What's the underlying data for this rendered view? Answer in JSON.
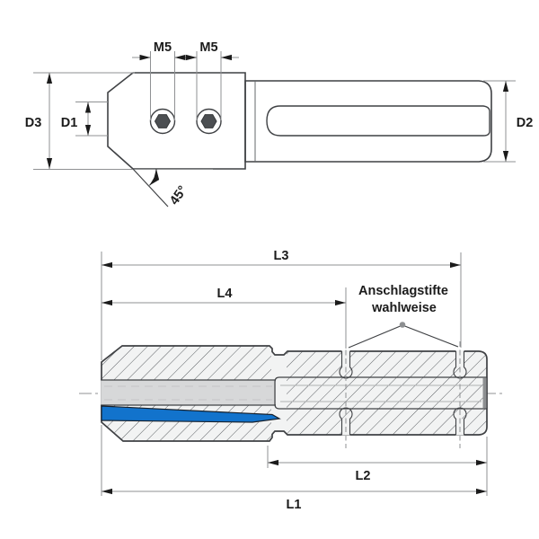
{
  "drawing": {
    "type": "technical-drawing-2-views",
    "side_view": {
      "labels": {
        "m5_left": "M5",
        "m5_right": "M5",
        "d1": "D1",
        "d3": "D3",
        "d2": "D2",
        "chamfer_angle": "45°"
      }
    },
    "section_view": {
      "labels": {
        "l1": "L1",
        "l2": "L2",
        "l3": "L3",
        "l4": "L4"
      },
      "callout": {
        "line1": "Anschlagstifte",
        "line2": "wahlweise"
      }
    },
    "colors": {
      "accent_blue": "#1273cc",
      "body_fill": "#ebecec",
      "hatch_background": "#f2f3f3",
      "flat_fill": "#c9cbcd",
      "bore_head_fill": "#d7d8d9",
      "bore_shank_fill": "#c2c4c6",
      "outline": "#3f4144",
      "dimension_line": "#8f9193",
      "text": "#1b1b1b"
    }
  }
}
